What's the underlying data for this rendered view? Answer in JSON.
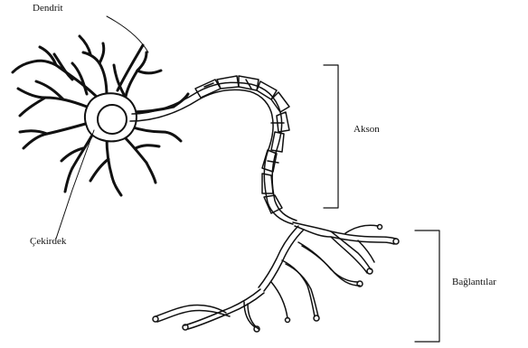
{
  "diagram": {
    "labels": {
      "dendrit": "Dendrit",
      "cekirdek": "Çekirdek",
      "akson": "Akson",
      "baglantilar": "Bağlantılar"
    }
  }
}
